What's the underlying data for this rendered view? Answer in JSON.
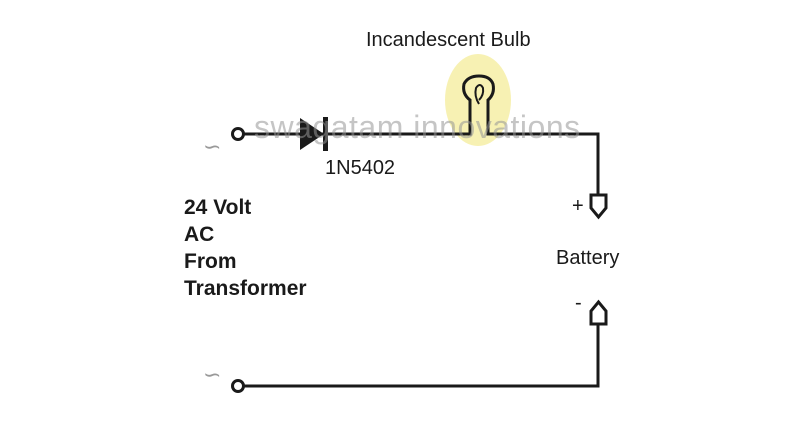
{
  "labels": {
    "bulb": "Incandescent Bulb",
    "diode": "1N5402",
    "source": [
      "24 Volt",
      "AC",
      "From",
      "Transformer"
    ],
    "battery": "Battery",
    "plus": "+",
    "minus": "-",
    "ac_symbol": "∽"
  },
  "watermark": "swagatam innovations",
  "colors": {
    "wire": "#1a1a1a",
    "glow": "#f5ec9e",
    "watermark": "#969696"
  }
}
